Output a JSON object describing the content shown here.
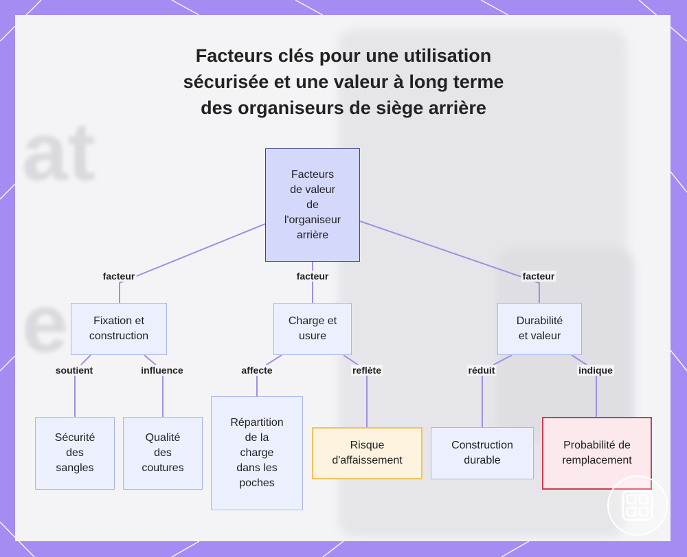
{
  "title": "Facteurs clés pour une utilisation\nsécurisée et une valeur à long terme\ndes organiseurs de siège arrière",
  "colors": {
    "frame": "#a58cf2",
    "edge": "#a18ee2",
    "root_fill": "#d4d8fb",
    "node_fill": "#eceffe",
    "warning_fill": "#fdf3df",
    "warning_border": "#f0c35c",
    "alert_fill": "#fbe9ec",
    "alert_border": "#d13a50"
  },
  "nodes": {
    "root": "Facteurs\nde valeur\nde\nl'organiseur\narrière",
    "fixation": "Fixation et\nconstruction",
    "charge": "Charge et\nusure",
    "durabilite": "Durabilité\net valeur",
    "securite": "Sécurité\ndes\nsangles",
    "qualite": "Qualité\ndes\ncoutures",
    "repartition": "Répartition\nde la\ncharge\ndans les\npoches",
    "risque": "Risque\nd'affaissement",
    "construction": "Construction\ndurable",
    "probabilite": "Probabilité de\nremplacement"
  },
  "edge_labels": {
    "facteur_left": "facteur",
    "facteur_center": "facteur",
    "facteur_right": "facteur",
    "soutient": "soutient",
    "influence": "influence",
    "affecte": "affecte",
    "reflete": "reflète",
    "reduit": "réduit",
    "indique": "indique"
  },
  "logo_icon": "grid-app-icon"
}
